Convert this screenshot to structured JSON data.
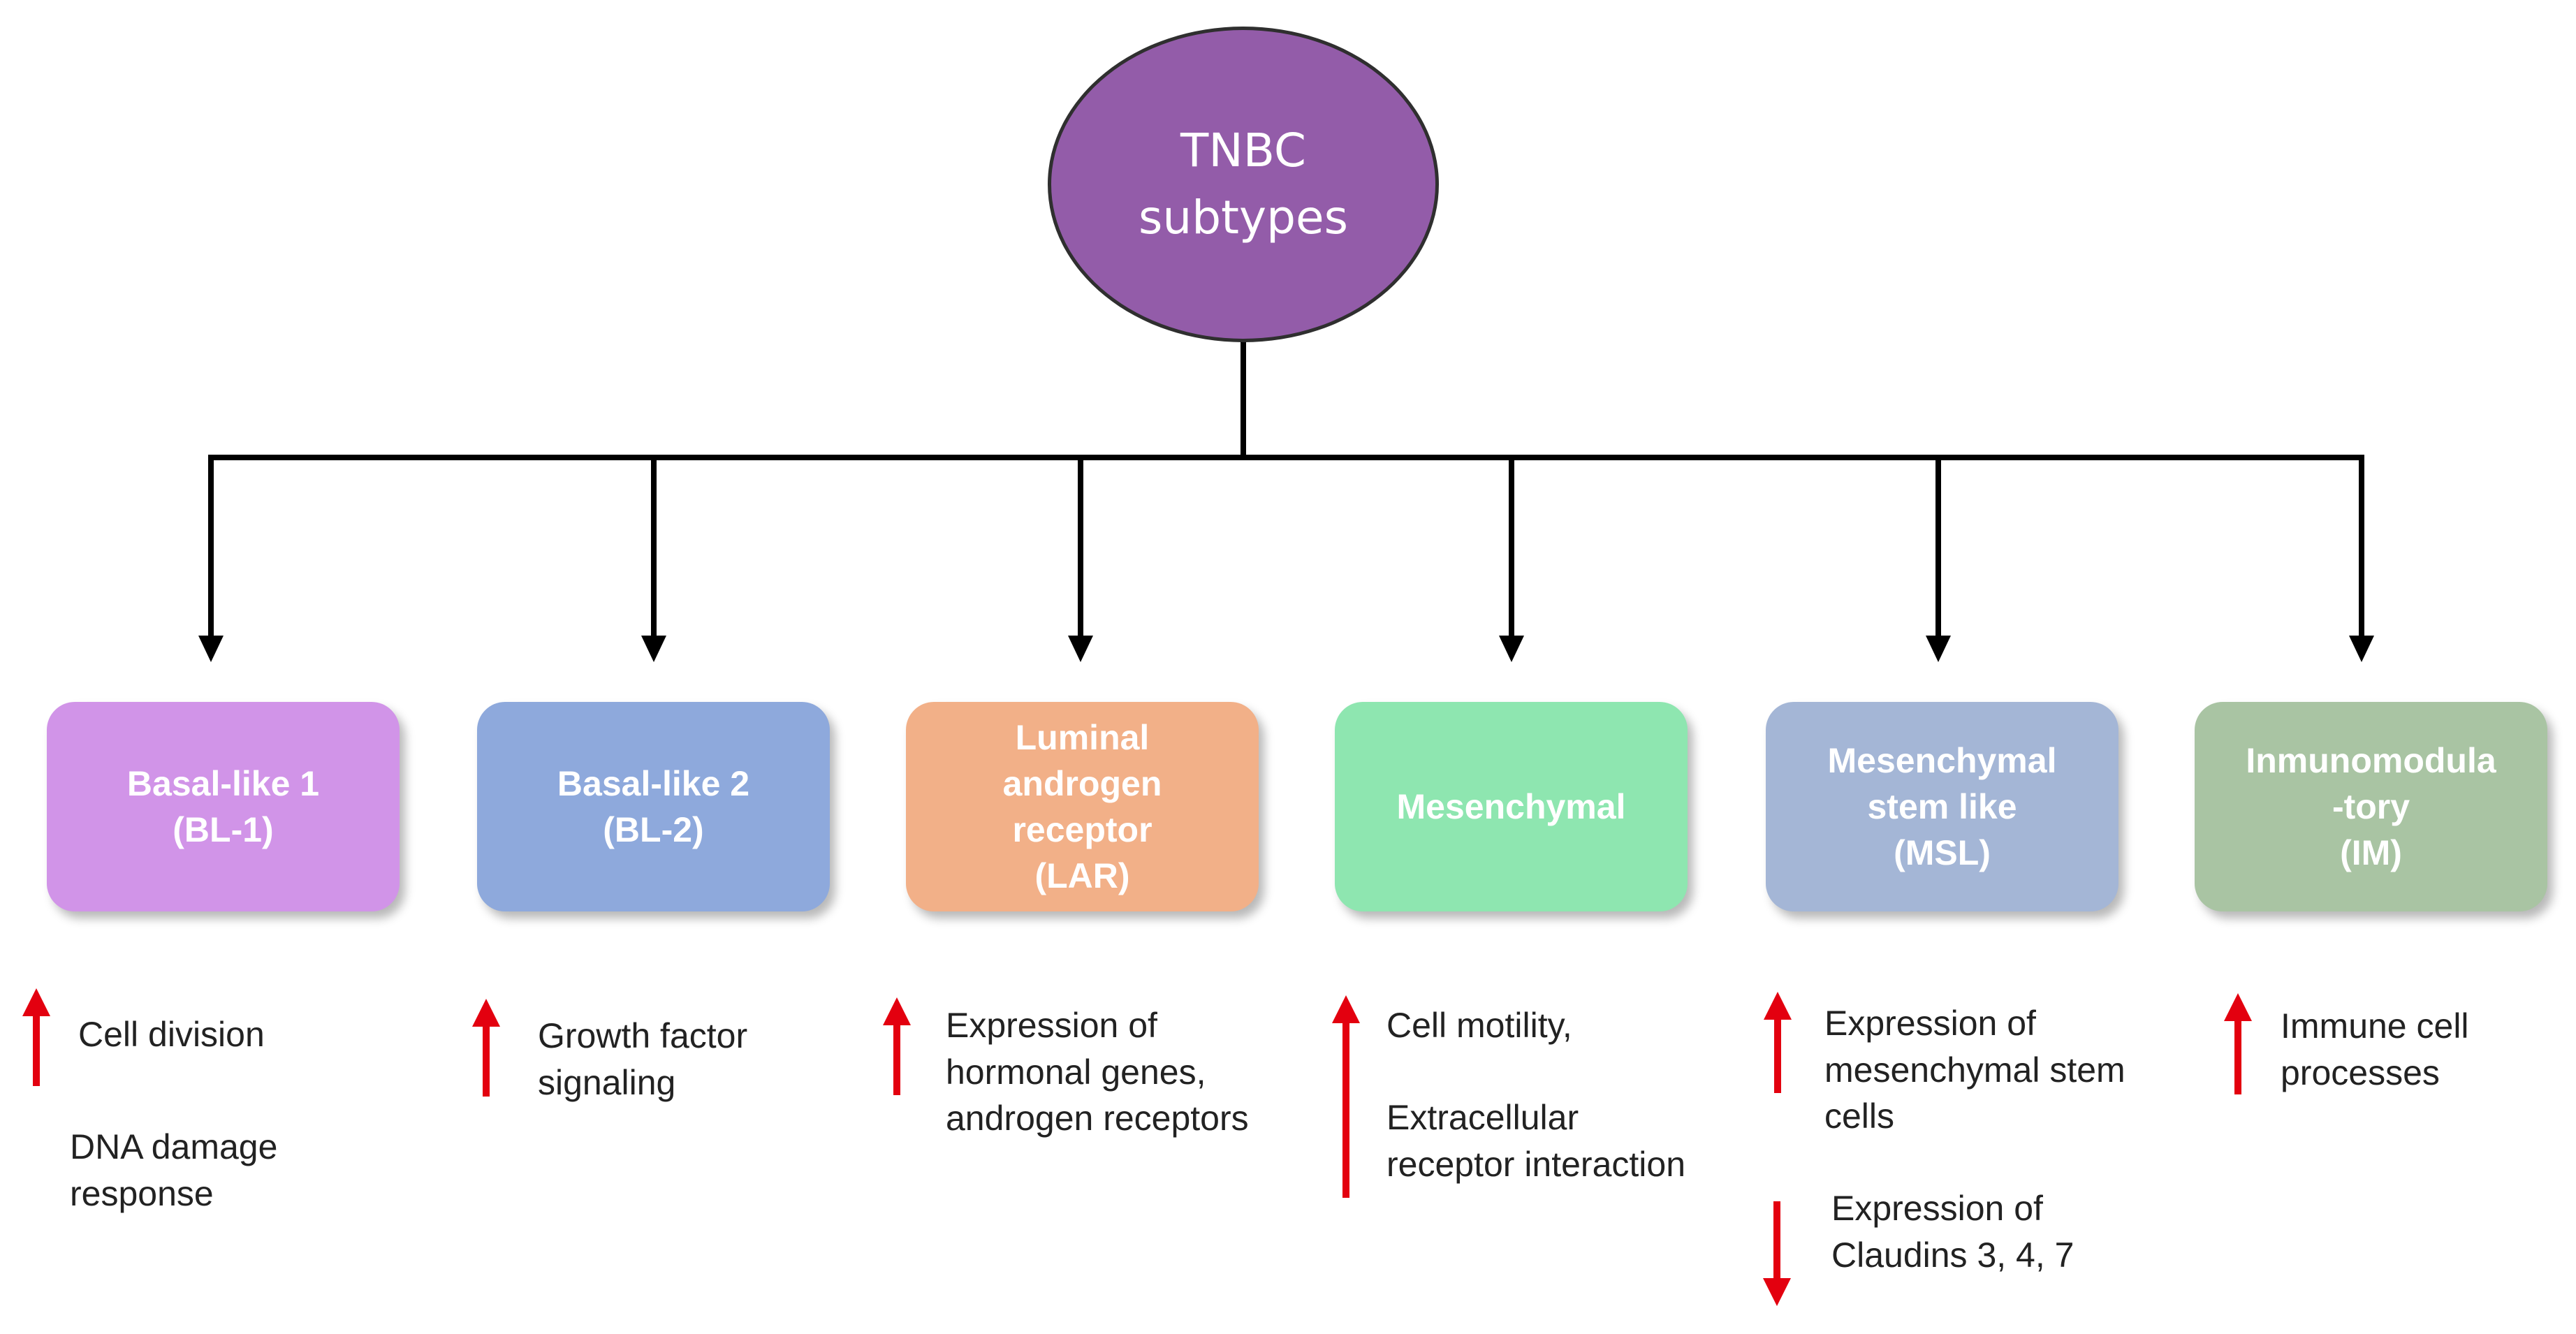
{
  "root": {
    "label": "TNBC\nsubtypes",
    "fill": "#935ca9",
    "text_color": "#ffffff"
  },
  "subtypes": [
    {
      "label": "Basal-like 1\n(BL-1)",
      "fill": "#d194e8"
    },
    {
      "label": "Basal-like 2\n(BL-2)",
      "fill": "#8ea9dc"
    },
    {
      "label": "Luminal\nandrogen\nreceptor\n(LAR)",
      "fill": "#f2b088"
    },
    {
      "label": "Mesenchymal",
      "fill": "#8ee6b0"
    },
    {
      "label": "Mesenchymal\nstem like\n(MSL)",
      "fill": "#a4b6d6"
    },
    {
      "label": "Inmunomodula\n-tory\n(IM)",
      "fill": "#a9c4a3"
    }
  ],
  "features": {
    "bl1_up_1": "Cell division",
    "bl1_up_2": "DNA damage\nresponse",
    "bl2_up": "Growth factor\nsignaling",
    "lar_up": "Expression of\nhormonal genes,\nandrogen receptors",
    "mes_up_1": "Cell motility,",
    "mes_up_2": "Extracellular\nreceptor interaction",
    "msl_up": "Expression of\nmesenchymal stem\ncells",
    "msl_down": "Expression of\nClaudins 3, 4, 7",
    "im_up": "Immune cell\nprocesses"
  },
  "colors": {
    "connector": "#000000",
    "up_arrow": "#e3000f",
    "down_arrow": "#e3000f",
    "feature_text": "#222222"
  },
  "icons": {
    "up": "red-up-arrow",
    "down": "red-down-arrow"
  }
}
